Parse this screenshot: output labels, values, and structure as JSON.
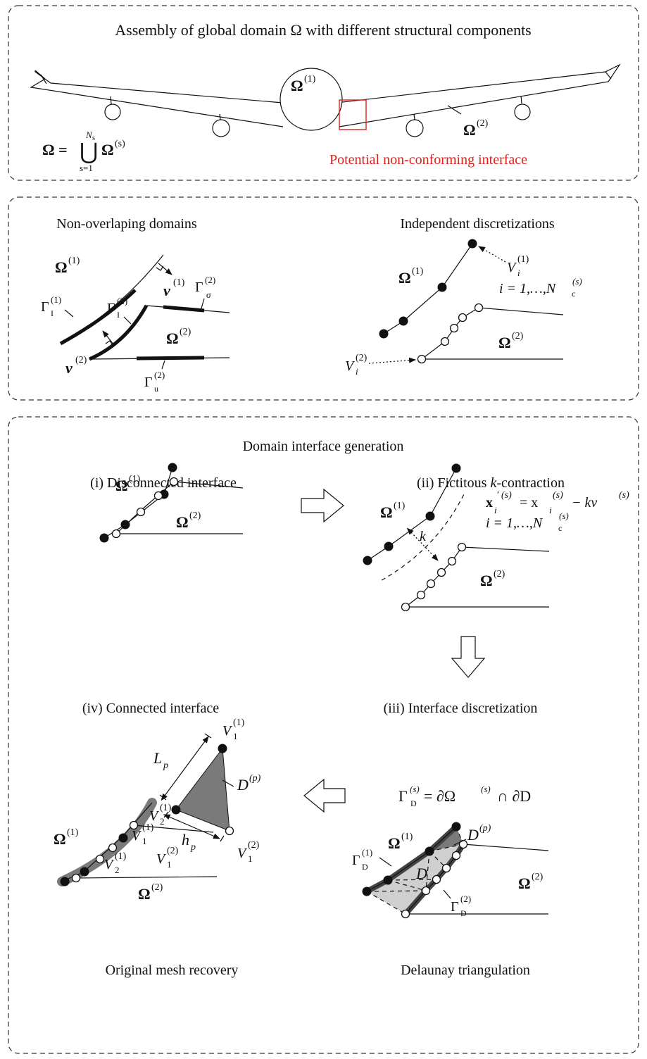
{
  "panel1": {
    "title": "Assembly of global domain Ω with different structural components",
    "omega1": "Ω",
    "sup1": "(1)",
    "omega2": "Ω",
    "sup2": "(2)",
    "union_lhs": "Ω = ",
    "union_sym": "⋃",
    "union_top": "N",
    "union_top_sub": "s",
    "union_bottom": "s=1",
    "union_rhs": "Ω",
    "union_rhs_sup": "(s)",
    "red_label": "Potential non-conforming interface",
    "accent_color": "#e0201b"
  },
  "panel2": {
    "left_title": "Non-overlaping domains",
    "right_title": "Independent discretizations",
    "omega": "Ω",
    "sup1": "(1)",
    "sup2": "(2)",
    "gamma": "Γ",
    "sub_I": "I",
    "sub_sigma": "σ",
    "sub_u": "u",
    "nu": "ν",
    "V": "V",
    "sub_i": "i",
    "index_range": "i = 1,…,N",
    "sub_c": "c",
    "sup_s": "(s)"
  },
  "panel3": {
    "title": "Domain interface generation",
    "step1": "(i) Disconnected interface",
    "step2_prefix": "(ii) Fictitous ",
    "step2_k": "k",
    "step2_suffix": "-contraction",
    "step3": "(iii) Interface discretization",
    "step4": "(iv) Connected interface",
    "contraction_formula": "x",
    "formula_rest": "= x",
    "formula_tail": "− kν",
    "k": "k",
    "delaunay_formula": "= ∂Ω",
    "delaunay_tail": "∩ ∂D",
    "sub_D": "D",
    "D": "D",
    "sup_p": "(p)",
    "Lp": "L",
    "hp": "h",
    "sub_p": "p",
    "sub_1": "1",
    "sub_2": "2",
    "bottom_left": "Original mesh recovery",
    "bottom_right": "Delaunay triangulation"
  }
}
